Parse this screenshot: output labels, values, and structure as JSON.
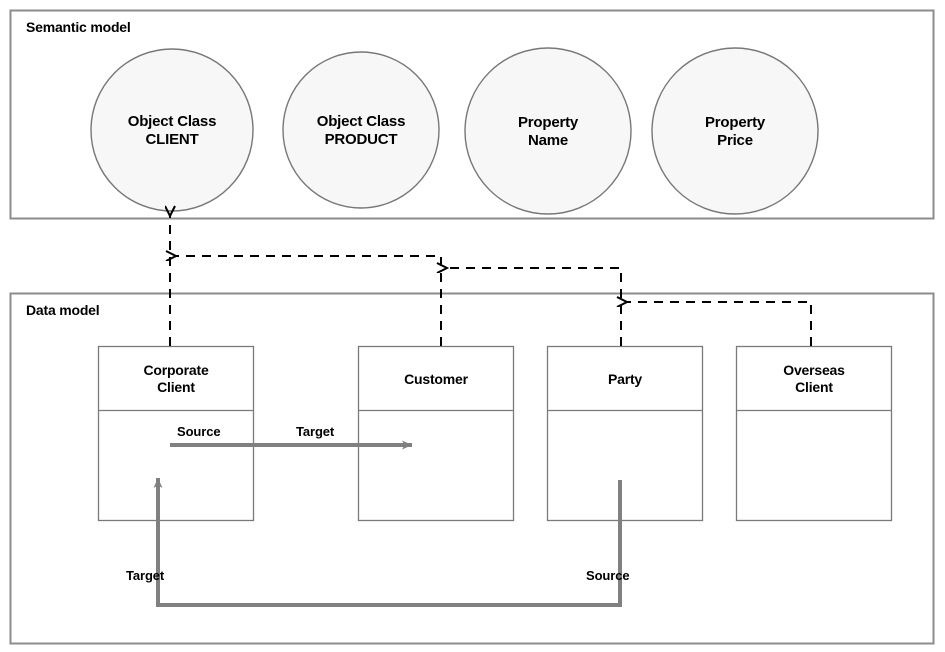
{
  "diagram": {
    "title_semantic": "Semantic model",
    "title_data": "Data model",
    "colors": {
      "panel_border": "#8c8c8c",
      "node_fill": "#f7f7f7",
      "node_stroke": "#777777",
      "box_stroke": "#7a7a7a",
      "dashed_arrow": "#000000",
      "solid_arrow": "#808080",
      "text": "#000000",
      "background": "#ffffff"
    },
    "semantic_nodes": [
      {
        "id": "client",
        "line1": "Object Class",
        "line2": "CLIENT"
      },
      {
        "id": "product",
        "line1": "Object Class",
        "line2": "PRODUCT"
      },
      {
        "id": "name",
        "line1": "Property",
        "line2": "Name"
      },
      {
        "id": "price",
        "line1": "Property",
        "line2": "Price"
      }
    ],
    "data_boxes": [
      {
        "id": "corporate-client",
        "line1": "Corporate",
        "line2": "Client"
      },
      {
        "id": "customer",
        "line1": "Customer",
        "line2": ""
      },
      {
        "id": "party",
        "line1": "Party",
        "line2": ""
      },
      {
        "id": "overseas-client",
        "line1": "Overseas",
        "line2": "Client"
      }
    ],
    "edge_labels": {
      "mapping_source": "Source",
      "mapping_target": "Target",
      "relation_target": "Target",
      "relation_source": "Source"
    }
  }
}
